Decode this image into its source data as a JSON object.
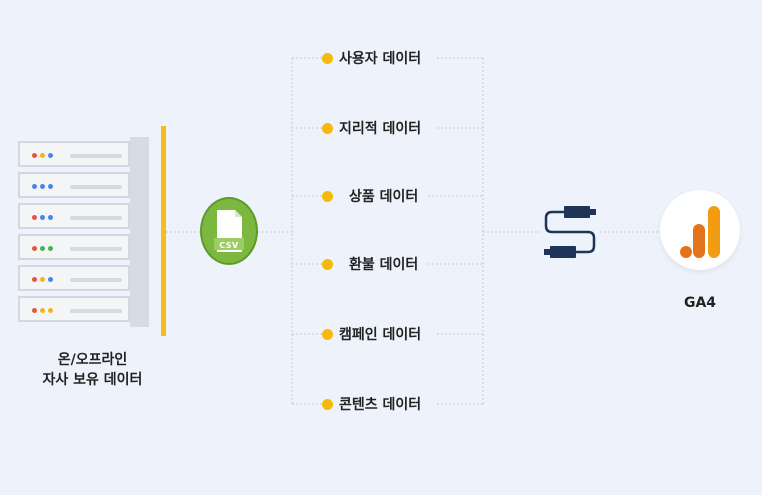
{
  "source": {
    "label_line1": "온/오프라인",
    "label_line2": "자사 보유 데이터"
  },
  "file": {
    "badge_text": "CSV"
  },
  "data_items": [
    {
      "label": "사용자 데이터"
    },
    {
      "label": "지리적 데이터"
    },
    {
      "label": "상품 데이터"
    },
    {
      "label": "환불 데이터"
    },
    {
      "label": "캠페인 데이터"
    },
    {
      "label": "콘텐츠 데이터"
    }
  ],
  "destination": {
    "label": "GA4"
  },
  "colors": {
    "background": "#eef3fb",
    "accent_yellow": "#f6be15",
    "csv_green": "#7cb73f",
    "cable_navy": "#1f3558",
    "ga4_orange": "#f29c12",
    "ga4_dark_orange": "#e3741c"
  },
  "icons": [
    "server-icon",
    "csv-file-icon",
    "usb-cable-icon",
    "ga4-logo-icon"
  ]
}
